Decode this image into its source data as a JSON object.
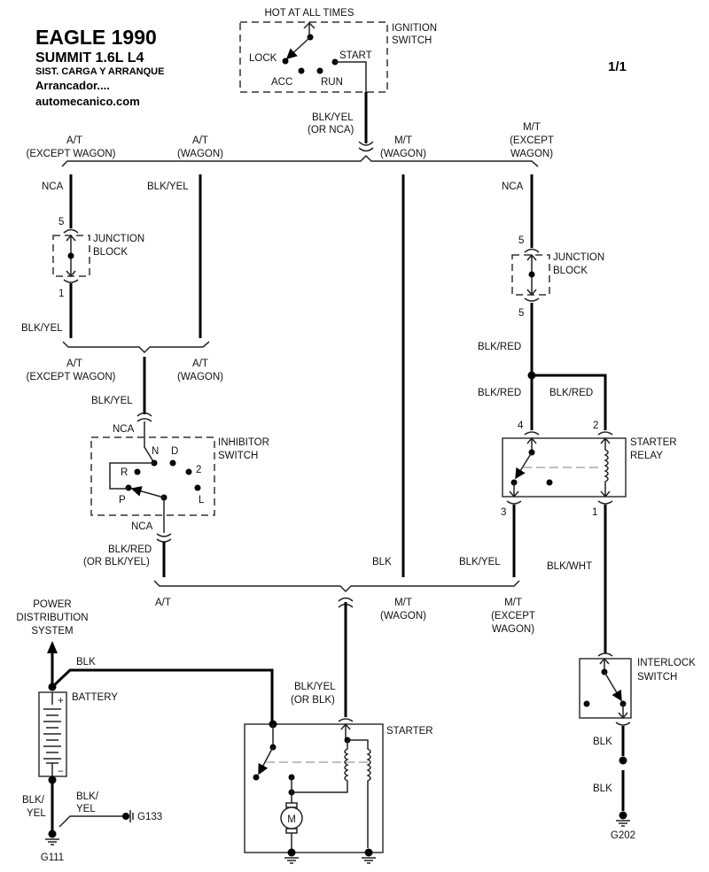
{
  "header": {
    "make_year": "EAGLE 1990",
    "model": "SUMMIT  1.6L  L4",
    "system": "SIST. CARGA Y ARRANQUE",
    "circuit": "Arrancador....",
    "site": "automecanico.com",
    "page": "1/1"
  },
  "ignition_switch": {
    "supply": "HOT AT ALL TIMES",
    "name_line1": "IGNITION",
    "name_line2": "SWITCH",
    "positions": {
      "lock": "LOCK",
      "acc": "ACC",
      "run": "RUN",
      "start": "START"
    },
    "output_wire_line1": "BLK/YEL",
    "output_wire_line2": "(OR NCA)"
  },
  "top_split": {
    "branches": [
      {
        "line1": "A/T",
        "line2": "(EXCEPT WAGON)",
        "line3": ""
      },
      {
        "line1": "A/T",
        "line2": "(WAGON)",
        "line3": ""
      },
      {
        "line1": "M/T",
        "line2": "(WAGON)",
        "line3": ""
      },
      {
        "line1": "M/T",
        "line2": "(EXCEPT",
        "line3": "WAGON)"
      }
    ]
  },
  "left_branch": {
    "wire_top": "NCA",
    "pin_in": "5",
    "junction_line1": "JUNCTION",
    "junction_line2": "BLOCK",
    "pin_out": "1",
    "wire_bottom": "BLK/YEL"
  },
  "at_wagon_wire": "BLK/YEL",
  "mid_split": {
    "branches": [
      {
        "line1": "A/T",
        "line2": "(EXCEPT WAGON)"
      },
      {
        "line1": "A/T",
        "line2": "(WAGON)"
      }
    ],
    "wire": "BLK/YEL",
    "connector": "NCA"
  },
  "inhibitor_switch": {
    "name_line1": "INHIBITOR",
    "name_line2": "SWITCH",
    "positions": {
      "n": "N",
      "d": "D",
      "r": "R",
      "two": "2",
      "p": "P",
      "l": "L"
    },
    "connector_out": "NCA",
    "wire_out_line1": "BLK/RED",
    "wire_out_line2": "(OR BLK/YEL)"
  },
  "right_branch": {
    "wire_top": "NCA",
    "pin_in": "5",
    "junction_line1": "JUNCTION",
    "junction_line2": "BLOCK",
    "pin_out": "5",
    "wire_mid": "BLK/RED",
    "wire_left": "BLK/RED",
    "wire_right": "BLK/RED"
  },
  "starter_relay": {
    "name_line1": "STARTER",
    "name_line2": "RELAY",
    "pins": {
      "p4": "4",
      "p2": "2",
      "p3": "3",
      "p1": "1"
    },
    "wire_out": "BLK/YEL",
    "wire_coil_out": "BLK/WHT"
  },
  "mt_wagon_wire": "BLK",
  "bottom_split": {
    "branches": [
      {
        "line1": "A/T",
        "line2": "",
        "line3": ""
      },
      {
        "line1": "M/T",
        "line2": "(WAGON)",
        "line3": ""
      },
      {
        "line1": "M/T",
        "line2": "(EXCEPT",
        "line3": "WAGON)"
      }
    ]
  },
  "power": {
    "line1": "POWER",
    "line2": "DISTRIBUTION",
    "line3": "SYSTEM",
    "battery_wire": "BLK",
    "battery": "BATTERY",
    "plus": "+",
    "minus": "−"
  },
  "grounds": {
    "g111_wire_line1": "BLK/",
    "g111_wire_line2": "YEL",
    "g133_wire_line1": "BLK/",
    "g133_wire_line2": "YEL",
    "g111": "G111",
    "g133": "G133",
    "g202": "G202"
  },
  "starter": {
    "name": "STARTER",
    "wire_in_line1": "BLK/YEL",
    "wire_in_line2": "(OR BLK)",
    "motor": "M"
  },
  "interlock_switch": {
    "name_line1": "INTERLOCK",
    "name_line2": "SWITCH",
    "wire_out_top": "BLK",
    "wire_out_bottom": "BLK"
  }
}
